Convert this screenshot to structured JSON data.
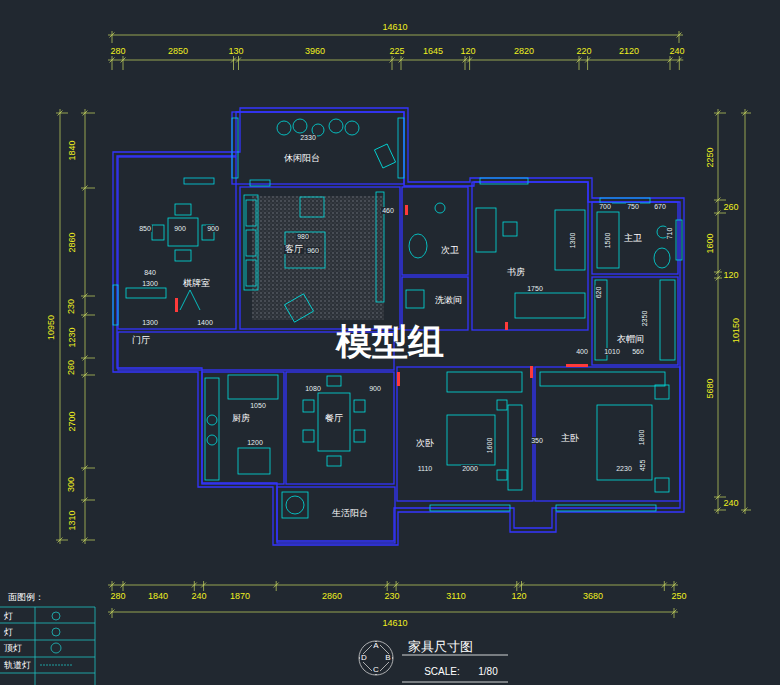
{
  "diagram": {
    "title": "家具尺寸图",
    "nodes": [
      {
        "text": [
          "休闲阳台"
        ]
      },
      {
        "text": [
          "棋牌室"
        ]
      },
      {
        "text": [
          "客厅"
        ]
      },
      {
        "text": [
          "门厅"
        ]
      },
      {
        "text": [
          "厨房"
        ]
      },
      {
        "text": [
          "餐厅"
        ]
      },
      {
        "text": [
          "生活阳台"
        ]
      },
      {
        "text": [
          "次卫"
        ]
      },
      {
        "text": [
          "洗漱间"
        ]
      },
      {
        "text": [
          "书房"
        ]
      },
      {
        "text": [
          "主卫"
        ]
      },
      {
        "text": [
          "衣帽间"
        ]
      },
      {
        "text": [
          "次卧"
        ]
      },
      {
        "text": [
          "主卧"
        ]
      }
    ],
    "labels": [
      "14610",
      "280",
      "2850",
      "130",
      "3960",
      "225",
      "1645",
      "120",
      "2820",
      "220",
      "2120",
      "240",
      "280",
      "1840",
      "240",
      "1870",
      "2860",
      "230",
      "3110",
      "120",
      "3680",
      "250",
      "14610",
      "10950",
      "1840",
      "2860",
      "230",
      "1230",
      "260",
      "2700",
      "300",
      "1310",
      "2250",
      "260",
      "1600",
      "120",
      "5680",
      "240",
      "10150",
      "模型组",
      "2330",
      "850",
      "900",
      "900",
      "840",
      "1300",
      "1300",
      "1400",
      "980",
      "960",
      "460",
      "1750",
      "1300",
      "700",
      "750",
      "670",
      "710",
      "1500",
      "620",
      "400",
      "1010",
      "560",
      "2350",
      "1050",
      "1200",
      "1080",
      "900",
      "1110",
      "2000",
      "1600",
      "350",
      "2230",
      "1800",
      "455",
      "SCALE:",
      "1/80",
      "A",
      "B",
      "C",
      "D",
      "面图例："
    ],
    "legend": [
      {
        "text": "灯"
      },
      {
        "text": "灯"
      },
      {
        "text": "顶灯"
      },
      {
        "text": "轨道灯"
      }
    ]
  }
}
